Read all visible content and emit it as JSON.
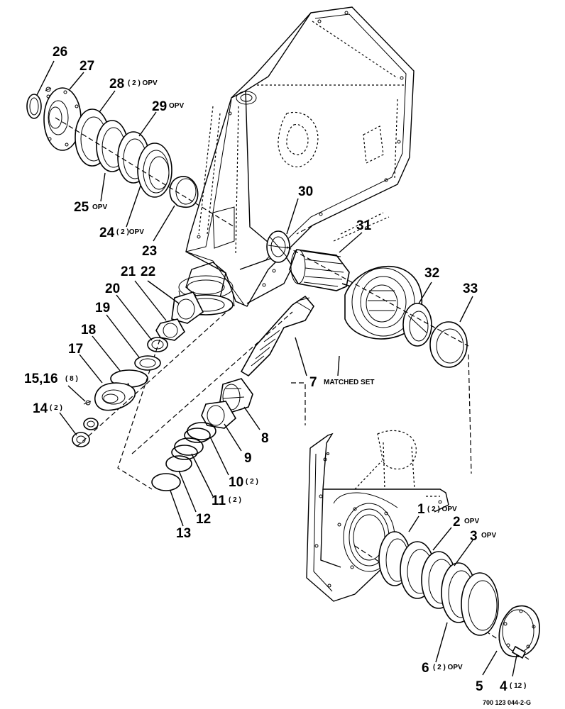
{
  "callouts": [
    {
      "id": "p26",
      "num": "26",
      "qty": ""
    },
    {
      "id": "p27",
      "num": "27",
      "qty": ""
    },
    {
      "id": "p28",
      "num": "28",
      "qty": "( 2 ) OPV"
    },
    {
      "id": "p29",
      "num": "29",
      "qty": "OPV"
    },
    {
      "id": "p25",
      "num": "25",
      "qty": "OPV"
    },
    {
      "id": "p24",
      "num": "24",
      "qty": "( 2 )OPV"
    },
    {
      "id": "p23",
      "num": "23",
      "qty": ""
    },
    {
      "id": "p30",
      "num": "30",
      "qty": ""
    },
    {
      "id": "p31",
      "num": "31",
      "qty": ""
    },
    {
      "id": "p32",
      "num": "32",
      "qty": ""
    },
    {
      "id": "p33",
      "num": "33",
      "qty": ""
    },
    {
      "id": "p21",
      "num": "21",
      "qty": ""
    },
    {
      "id": "p22",
      "num": "22",
      "qty": ""
    },
    {
      "id": "p20",
      "num": "20",
      "qty": ""
    },
    {
      "id": "p19",
      "num": "19",
      "qty": ""
    },
    {
      "id": "p18",
      "num": "18",
      "qty": ""
    },
    {
      "id": "p17",
      "num": "17",
      "qty": ""
    },
    {
      "id": "p1516",
      "num": "15,16",
      "qty": "( 8 )"
    },
    {
      "id": "p14",
      "num": "14",
      "qty": "( 2 )"
    },
    {
      "id": "p7",
      "num": "7",
      "qty": "MATCHED SET"
    },
    {
      "id": "p8",
      "num": "8",
      "qty": ""
    },
    {
      "id": "p9",
      "num": "9",
      "qty": ""
    },
    {
      "id": "p10",
      "num": "10",
      "qty": "( 2 )"
    },
    {
      "id": "p11",
      "num": "11",
      "qty": "( 2 )"
    },
    {
      "id": "p12",
      "num": "12",
      "qty": ""
    },
    {
      "id": "p13",
      "num": "13",
      "qty": ""
    },
    {
      "id": "p1",
      "num": "1",
      "qty": "( 2 ) OPV"
    },
    {
      "id": "p2",
      "num": "2",
      "qty": "OPV"
    },
    {
      "id": "p3",
      "num": "3",
      "qty": "OPV"
    },
    {
      "id": "p6",
      "num": "6",
      "qty": "( 2 ) OPV"
    },
    {
      "id": "p5",
      "num": "5",
      "qty": ""
    },
    {
      "id": "p4",
      "num": "4",
      "qty": "( 12 )"
    }
  ],
  "drawing_code": "700 123 044-2-G"
}
